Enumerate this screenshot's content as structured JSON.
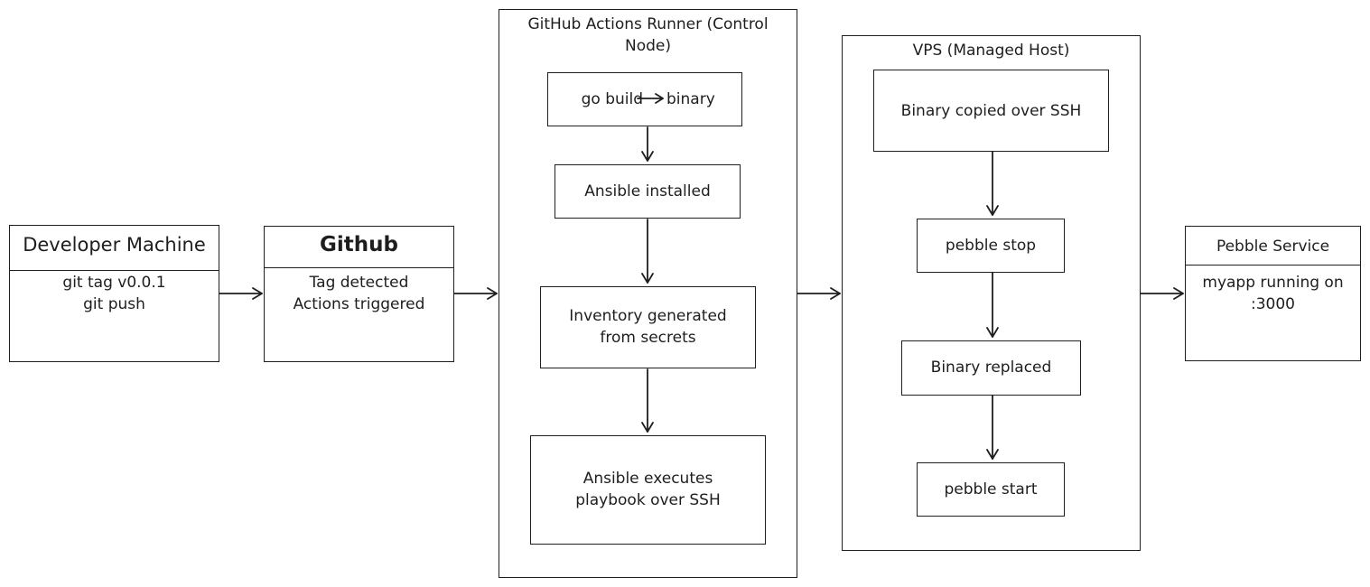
{
  "developer_machine": {
    "title": "Developer Machine",
    "commands": "git tag v0.0.1\ngit push"
  },
  "github": {
    "title": "Github",
    "text": "Tag detected\nActions triggered"
  },
  "runner": {
    "title": "GitHub Actions Runner (Control\nNode)",
    "steps": {
      "build_left": "go build",
      "build_right": "binary",
      "ansible_installed": "Ansible installed",
      "inventory": "Inventory generated\nfrom secrets",
      "executes": "Ansible executes\nplaybook over SSH"
    }
  },
  "vps": {
    "title": "VPS (Managed Host)",
    "steps": {
      "copied": "Binary copied over SSH",
      "stop": "pebble stop",
      "replaced": "Binary replaced",
      "start": "pebble start"
    }
  },
  "pebble_service": {
    "title": "Pebble Service",
    "text": "myapp running on\n:3000"
  }
}
